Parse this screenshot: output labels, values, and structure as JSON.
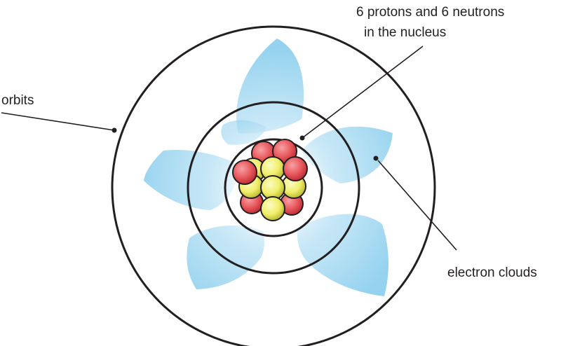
{
  "labels": {
    "nucleus_line1": "6 protons and 6 neutrons",
    "nucleus_line2": "in the nucleus",
    "orbits": "orbits",
    "electron_clouds": "electron clouds"
  },
  "colors": {
    "stroke": "#231f20",
    "cloud": "#8fd0ee",
    "cloud_fade": "#ffffff",
    "proton": "#e8595e",
    "proton_dark": "#b8282f",
    "neutron": "#f1ef6c",
    "neutron_dark": "#b6b42a"
  },
  "nucleus": {
    "protons": 6,
    "neutrons": 6
  }
}
